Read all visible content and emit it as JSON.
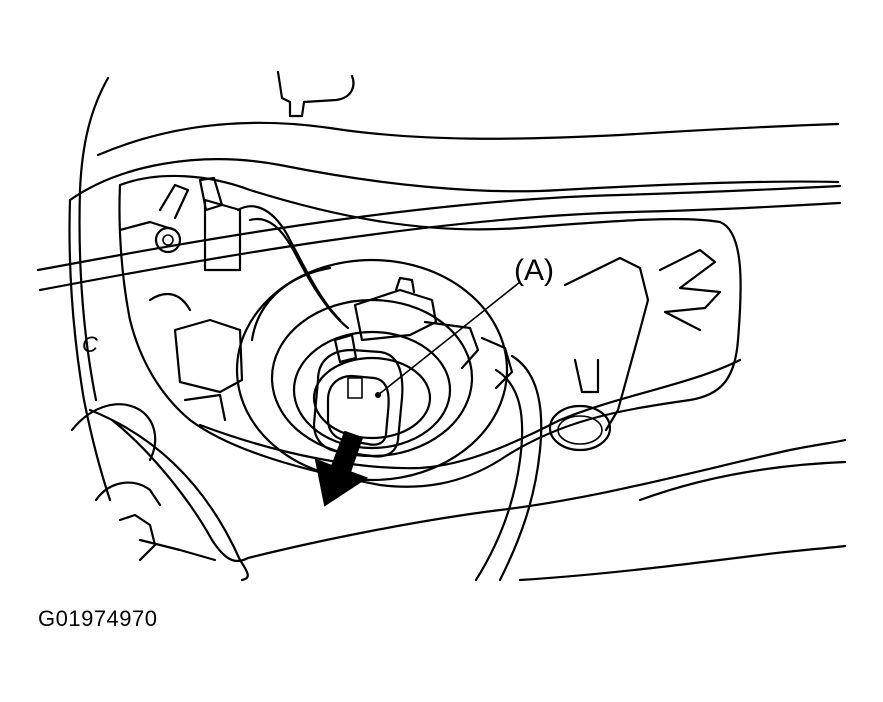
{
  "diagram": {
    "callout_label": "(A)",
    "edge_mark": "C",
    "figure_code": "G01974970"
  },
  "colors": {
    "line": "#000000",
    "background": "#ffffff"
  }
}
